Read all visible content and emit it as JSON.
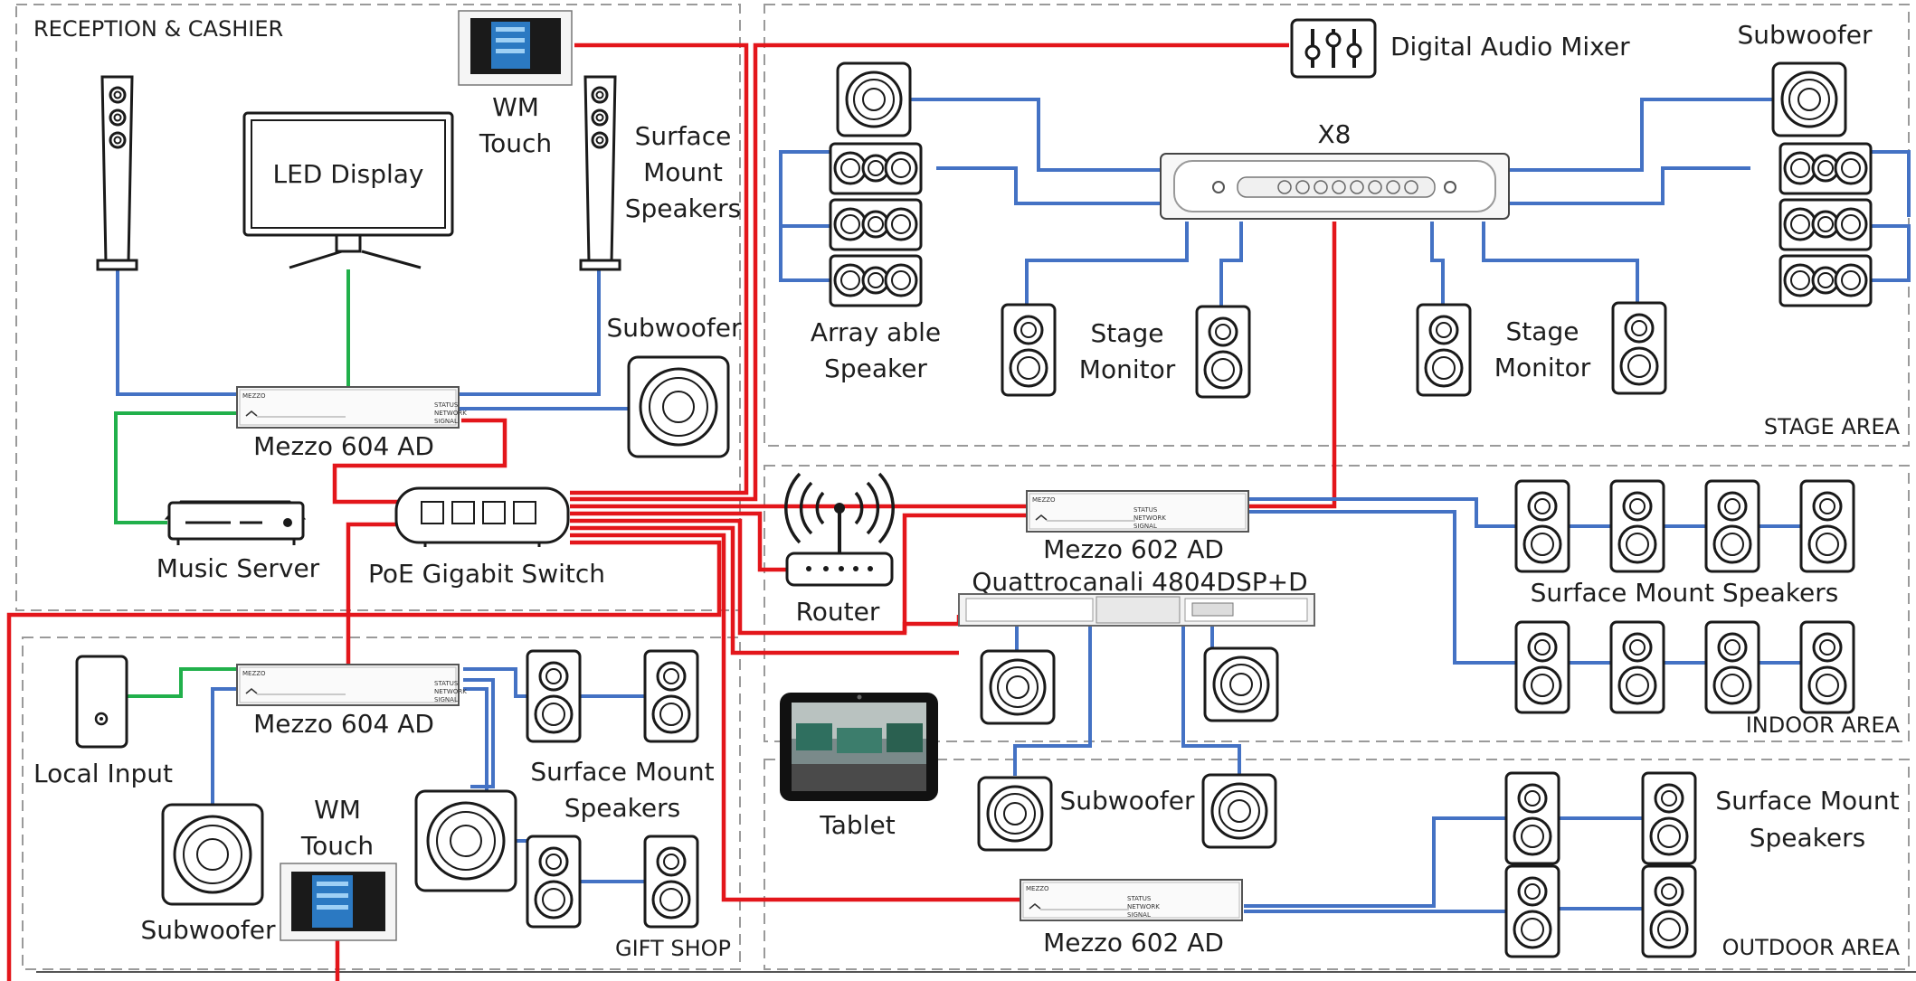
{
  "areas": {
    "reception": "RECEPTION & CASHIER",
    "stage": "STAGE AREA",
    "indoor": "INDOOR AREA",
    "outdoor": "OUTDOOR AREA",
    "gift": "GIFT SHOP"
  },
  "labels": {
    "wm_touch_top_1": "WM",
    "wm_touch_top_2": "Touch",
    "led_display": "LED Display",
    "surface_mount_rec_1": "Surface",
    "surface_mount_rec_2": "Mount",
    "surface_mount_rec_3": "Speakers",
    "subwoofer_rec": "Subwoofer",
    "mezzo_604_rec": "Mezzo 604 AD",
    "music_server": "Music Server",
    "poe_switch": "PoE Gigabit Switch",
    "digital_mixer": "Digital Audio Mixer",
    "x8": "X8",
    "subwoofer_stage": "Subwoofer",
    "array_1": "Array able",
    "array_2": "Speaker",
    "stage_monitor_1a": "Stage",
    "stage_monitor_1b": "Monitor",
    "stage_monitor_2a": "Stage",
    "stage_monitor_2b": "Monitor",
    "router": "Router",
    "mezzo_602_indoor": "Mezzo 602 AD",
    "quattro": "Quattrocanali 4804DSP+D",
    "surface_mount_indoor": "Surface Mount Speakers",
    "tablet": "Tablet",
    "subwoofer_outdoor": "Subwoofer",
    "surface_mount_out_1": "Surface Mount",
    "surface_mount_out_2": "Speakers",
    "mezzo_602_outdoor": "Mezzo 602 AD",
    "local_input": "Local Input",
    "mezzo_604_gift": "Mezzo 604 AD",
    "surface_mount_gift_1": "Surface Mount",
    "surface_mount_gift_2": "Speakers",
    "wm_touch_gift_1": "WM",
    "wm_touch_gift_2": "Touch",
    "subwoofer_gift": "Subwoofer"
  },
  "device_text": {
    "mezzo_brand": "MEZZO",
    "status": "STATUS",
    "network": "NETWORK",
    "signal": "SIGNAL"
  },
  "colors": {
    "network_link": "#e3161b",
    "speaker_link": "#4472c4",
    "source_link": "#21b04b",
    "zone_border": "#9a9a9a"
  }
}
